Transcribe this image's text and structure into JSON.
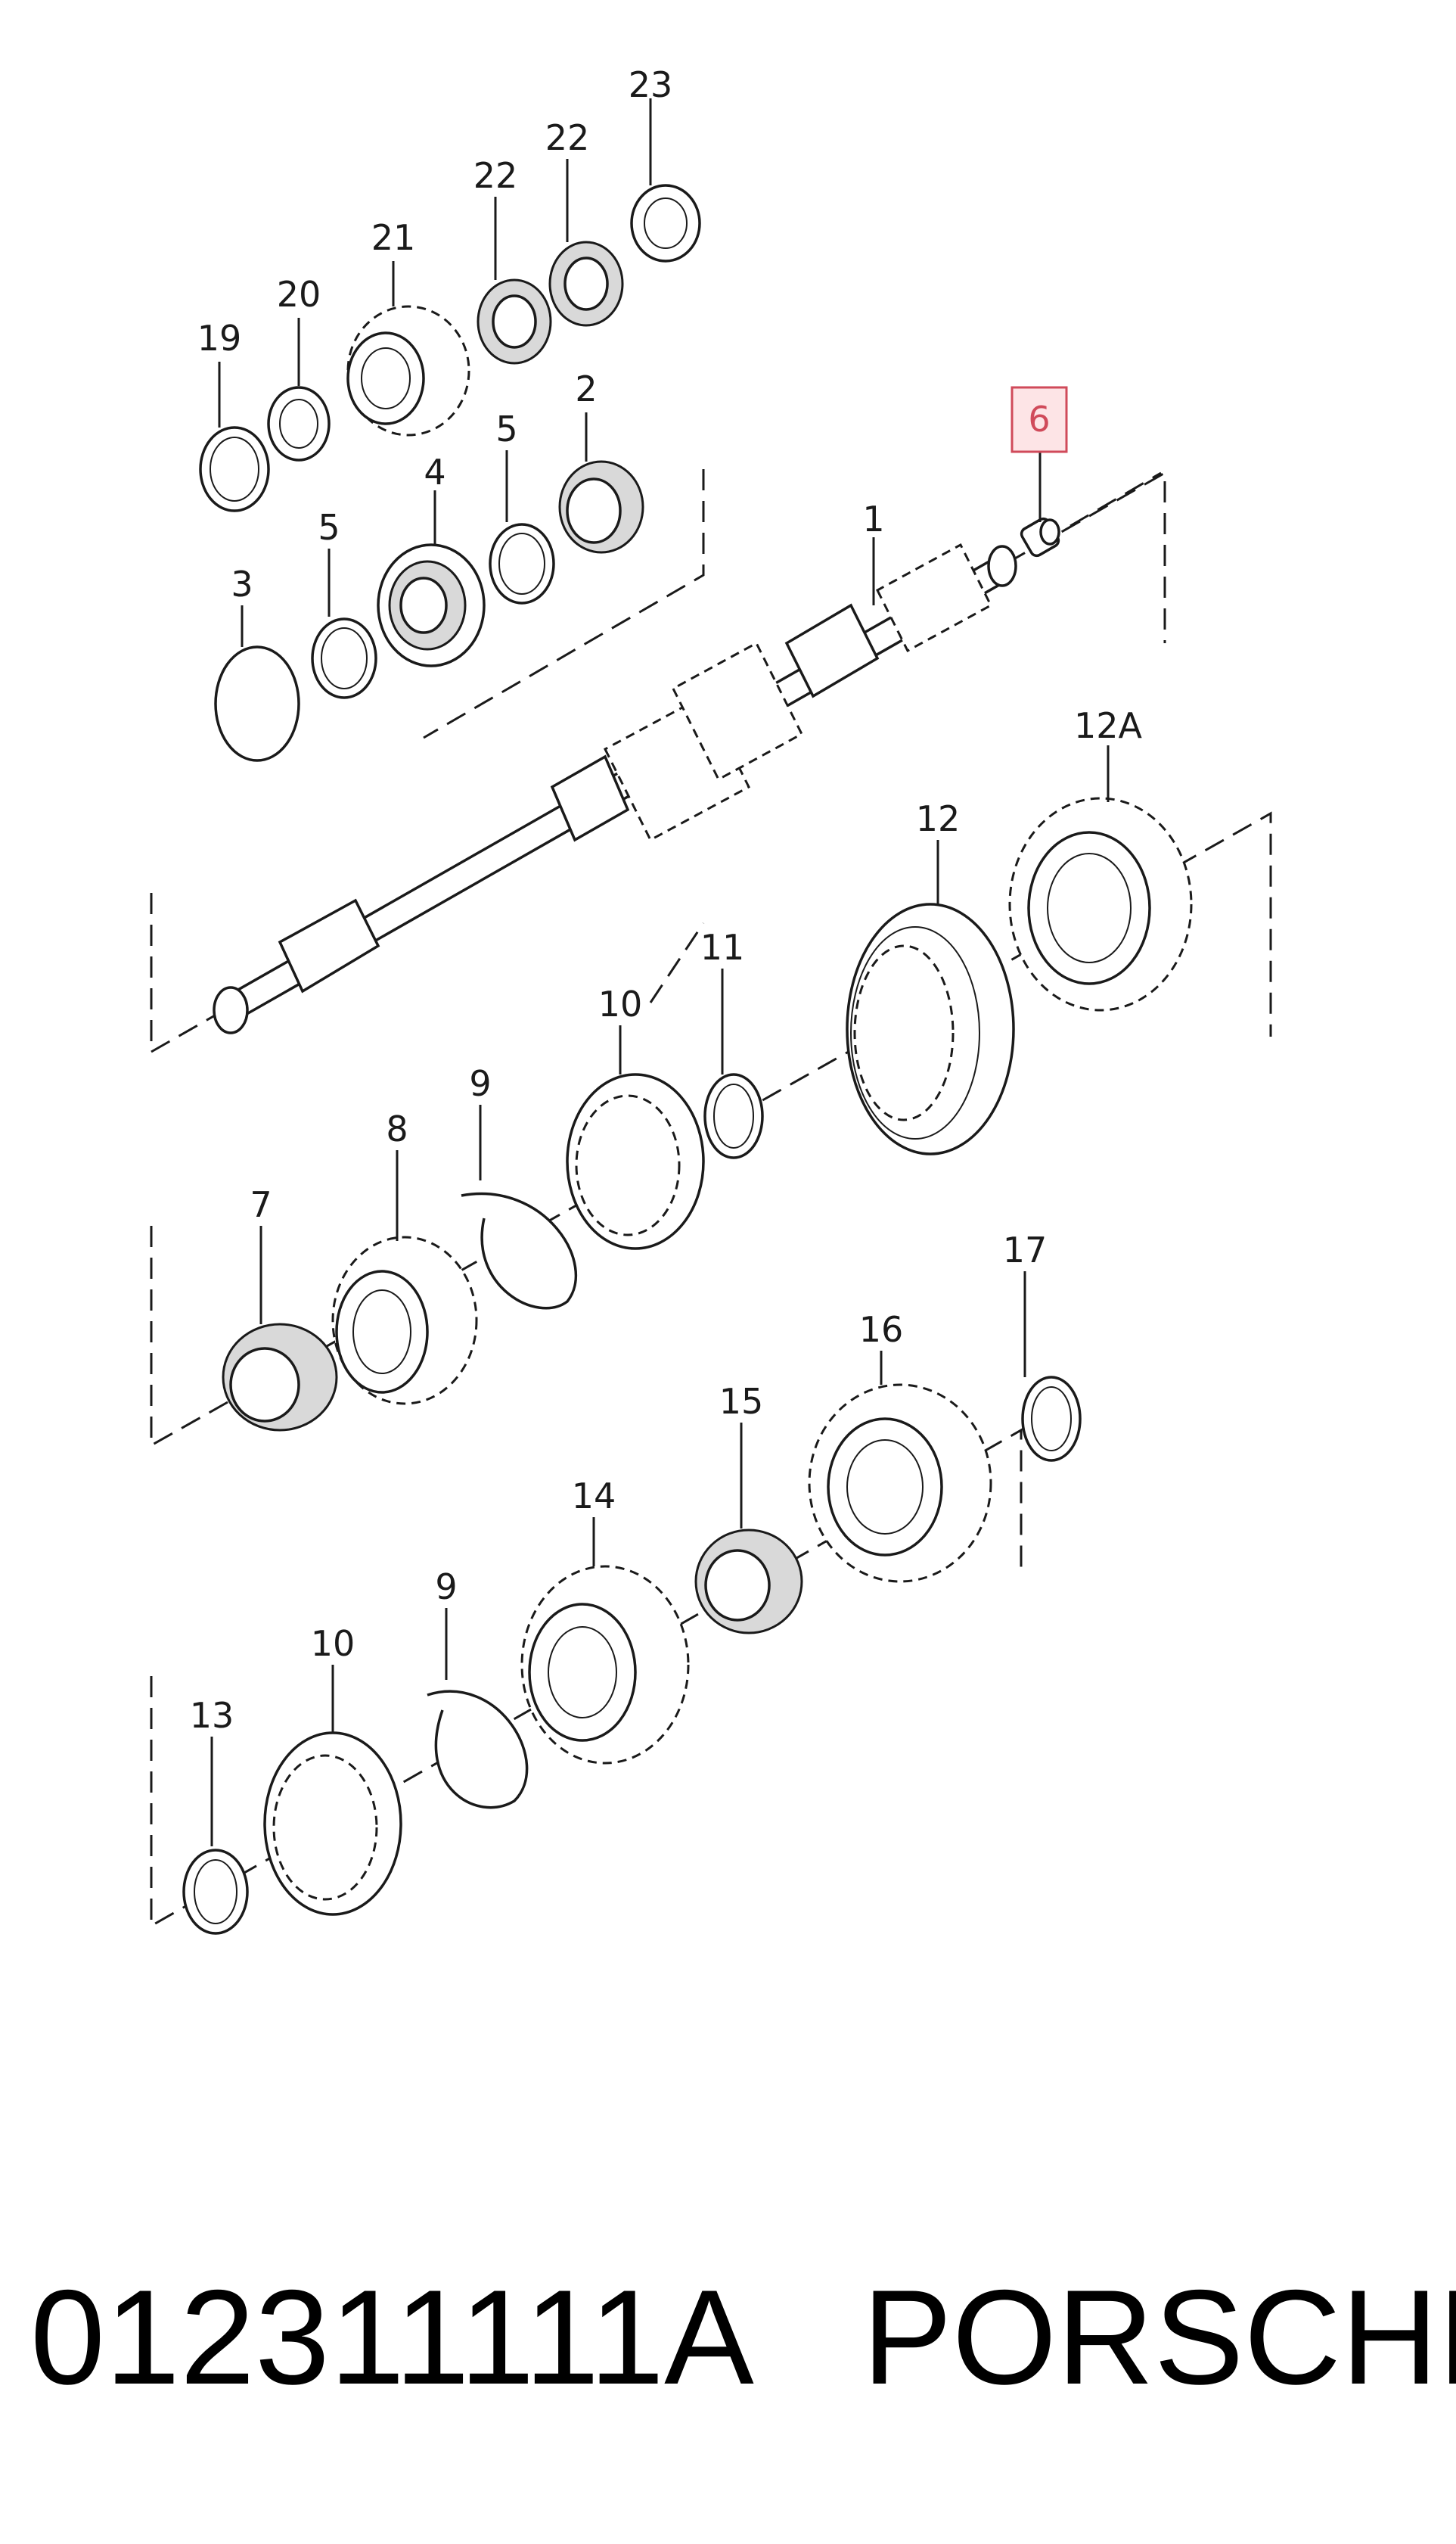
{
  "diagram": {
    "callouts": [
      "1",
      "2",
      "3",
      "4",
      "5",
      "5",
      "6",
      "7",
      "8",
      "9",
      "9",
      "10",
      "10",
      "11",
      "12",
      "12A",
      "13",
      "14",
      "15",
      "16",
      "17",
      "19",
      "20",
      "21",
      "22",
      "22",
      "23"
    ],
    "highlighted_callout": "6",
    "highlight_color": "#d04a5a"
  },
  "footer": {
    "part_number": "012311111A",
    "brand": "PORSCHE"
  }
}
